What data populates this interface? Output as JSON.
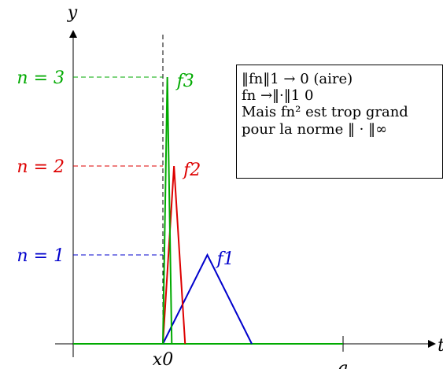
{
  "axes": {
    "y_label": "y",
    "t_label": "t",
    "x0_label": "x0",
    "a_label": "a"
  },
  "levels": [
    {
      "name": "n = 1",
      "value": 1,
      "color": "#0000cc"
    },
    {
      "name": "n = 2",
      "value": 2,
      "color": "#dd0000"
    },
    {
      "name": "n = 3",
      "value": 3,
      "color": "#00aa00"
    }
  ],
  "functions": [
    {
      "label": "f1",
      "color": "#0000cc",
      "points": [
        [
          0,
          0
        ],
        [
          0.5,
          1
        ],
        [
          1,
          0
        ]
      ]
    },
    {
      "label": "f2",
      "color": "#dd0000",
      "points": [
        [
          0,
          0
        ],
        [
          0.125,
          2
        ],
        [
          0.25,
          0
        ]
      ]
    },
    {
      "label": "f3",
      "color": "#00aa00",
      "points": [
        [
          0,
          0
        ],
        [
          0.05,
          3
        ],
        [
          0.1,
          0
        ]
      ]
    }
  ],
  "note": {
    "line1": "‖fn‖1 → 0 (aire)",
    "line2": "fn →‖·‖1 0",
    "line3": "Mais fn² est trop grand",
    "line4": "pour la norme ‖ · ‖∞"
  },
  "colors": {
    "axis": "#000000",
    "dashed": "#000000"
  }
}
